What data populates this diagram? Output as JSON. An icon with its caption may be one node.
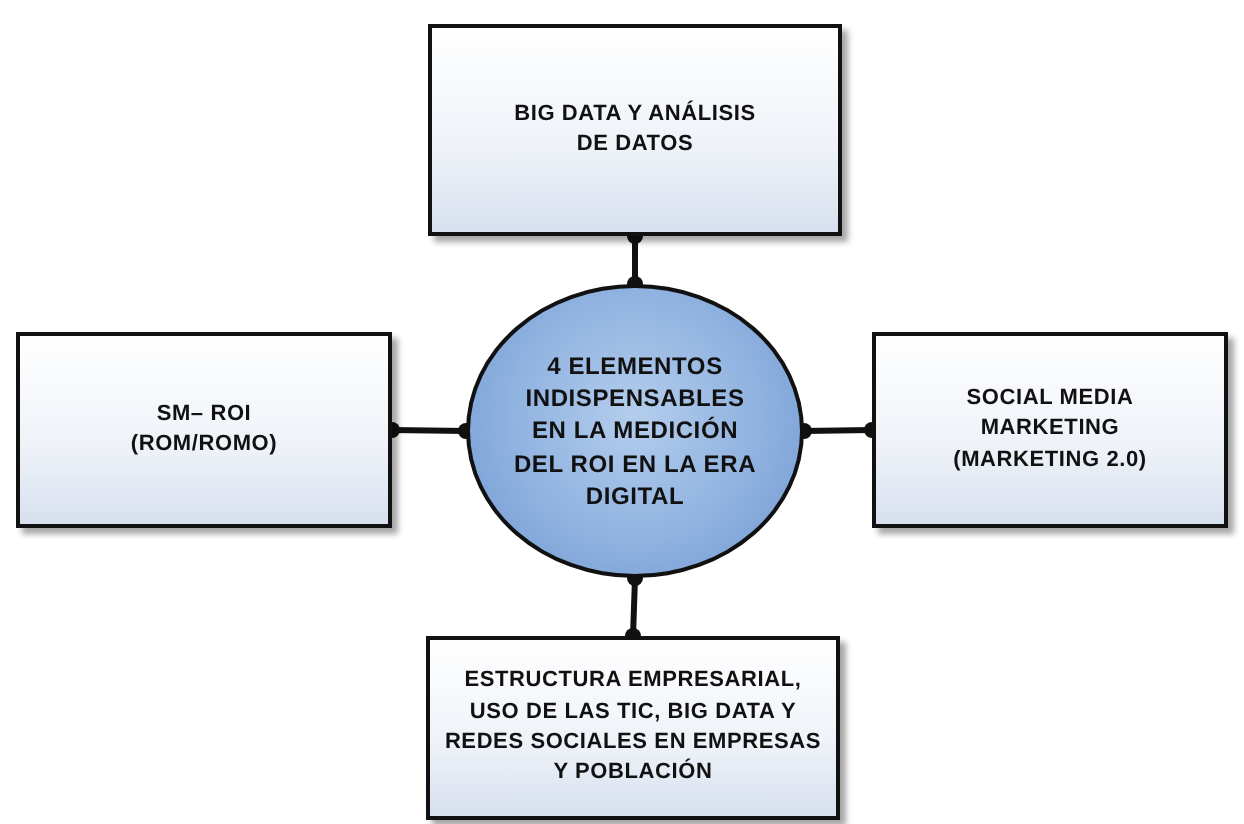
{
  "diagram": {
    "nodes": [
      {
        "text": [
          "BIG DATA Y ANÁLISIS DE DATOS"
        ]
      },
      {
        "text": [
          "SM– ROI (ROM/ROMO)"
        ]
      },
      {
        "text": [
          "4 ELEMENTOS INDISPENSABLES EN LA MEDICIÓN DEL ROI EN LA ERA DIGITAL"
        ]
      },
      {
        "text": [
          "SOCIAL MEDIA MARKETING (MARKETING 2.0)"
        ]
      },
      {
        "text": [
          "ESTRUCTURA EMPRESARIAL, USO DE LAS TIC, BIG DATA Y REDES SOCIALES EN EMPRESAS Y POBLACIÓN"
        ]
      }
    ],
    "edges": [
      {
        "from": 2,
        "to": 0,
        "arrow": "other"
      },
      {
        "from": 2,
        "to": 1,
        "arrow": "other"
      },
      {
        "from": 2,
        "to": 3,
        "arrow": "other"
      },
      {
        "from": 2,
        "to": 4,
        "arrow": "other"
      }
    ]
  }
}
